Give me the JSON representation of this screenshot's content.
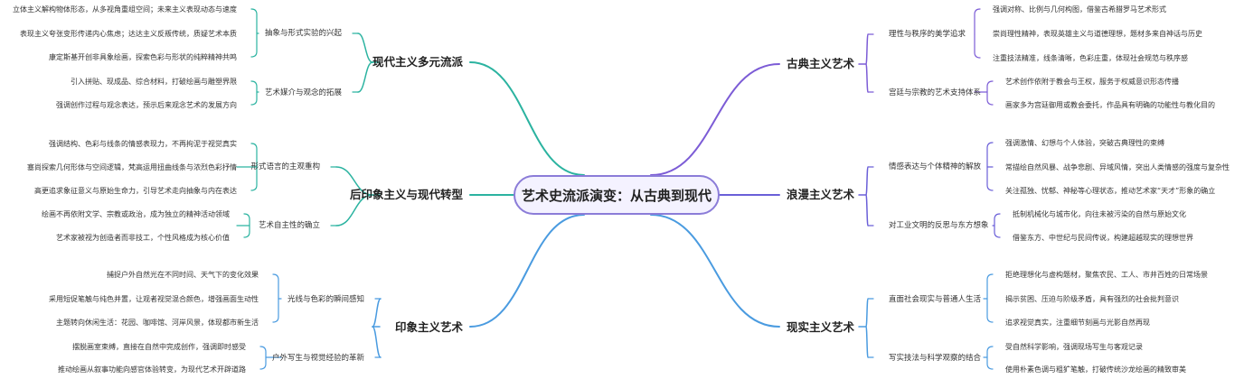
{
  "root": "艺术史流派演变：从古典到现代",
  "colors": {
    "root_border": "#8b7cd8",
    "branches": [
      "#7c5cd6",
      "#6a5fd8",
      "#4a9be0",
      "#2bb3a0",
      "#2bb3a0",
      "#4a9be0"
    ]
  },
  "branches": [
    {
      "label": "古典主义艺术",
      "subs": [
        {
          "label": "理性与秩序的美学追求",
          "leaves": [
            "强调对称、比例与几何构图，借鉴古希腊罗马艺术形式",
            "崇尚理性精神，表现英雄主义与道德理想，题材多来自神话与历史",
            "注重技法精准，线条清晰，色彩庄重，体现社会规范与秩序感"
          ]
        },
        {
          "label": "宫廷与宗教的艺术支持体系",
          "leaves": [
            "艺术创作依附于教会与王权，服务于权威意识形态传播",
            "画家多为宫廷御用或教会委托，作品具有明确的功能性与教化目的"
          ]
        }
      ]
    },
    {
      "label": "浪漫主义艺术",
      "subs": [
        {
          "label": "情感表达与个体精神的解放",
          "leaves": [
            "强调激情、幻想与个人体验，突破古典理性的束缚",
            "常描绘自然风暴、战争悲剧、异域风情，突出人类情感的强度与复杂性",
            "关注孤独、忧郁、神秘等心理状态，推动艺术家“天才”形象的确立"
          ]
        },
        {
          "label": "对工业文明的反思与东方想象",
          "leaves": [
            "抵制机械化与城市化，向往未被污染的自然与原始文化",
            "借鉴东方、中世纪与民间传说，构建超越现实的理想世界"
          ]
        }
      ]
    },
    {
      "label": "现实主义艺术",
      "subs": [
        {
          "label": "直面社会现实与普通人生活",
          "leaves": [
            "拒绝理想化与虚构题材，聚焦农民、工人、市井百姓的日常场景",
            "揭示贫困、压迫与阶级矛盾，具有强烈的社会批判意识",
            "追求视觉真实，注重细节刻画与光影自然再现"
          ]
        },
        {
          "label": "写实技法与科学观察的结合",
          "leaves": [
            "受自然科学影响，强调现场写生与客观记录",
            "使用朴素色调与粗犷笔触，打破传统沙龙绘画的精致审美"
          ]
        }
      ]
    },
    {
      "label": "现代主义多元流派",
      "subs": [
        {
          "label": "抽象与形式实验的兴起",
          "leaves": [
            "立体主义解构物体形态，从多视角重组空间；未来主义表现动态与速度",
            "表现主义夸张变形传递内心焦虑；达达主义反叛传统，质疑艺术本质",
            "康定斯基开创非具象绘画，探索色彩与形状的纯粹精神共鸣"
          ]
        },
        {
          "label": "艺术媒介与观念的拓展",
          "leaves": [
            "引入拼贴、现成品、综合材料，打破绘画与雕塑界限",
            "强调创作过程与观念表达，预示后来观念艺术的发展方向"
          ]
        }
      ]
    },
    {
      "label": "后印象主义与现代转型",
      "subs": [
        {
          "label": "形式语言的主观重构",
          "leaves": [
            "强调结构、色彩与线条的情感表现力，不再拘泥于视觉真实",
            "塞尚探索几何形体与空间逻辑，梵高运用扭曲线条与浓烈色彩抒情",
            "高更追求象征意义与原始生命力，引导艺术走向抽象与内在表达"
          ]
        },
        {
          "label": "艺术自主性的确立",
          "leaves": [
            "绘画不再依附文学、宗教或政治，成为独立的精神活动领域",
            "艺术家被视为创造者而非技工，个性风格成为核心价值"
          ]
        }
      ]
    },
    {
      "label": "印象主义艺术",
      "subs": [
        {
          "label": "光线与色彩的瞬间感知",
          "leaves": [
            "捕捉户外自然光在不同时间、天气下的变化效果",
            "采用短促笔触与纯色并置，让观者视觉混合颜色，增强画面生动性",
            "主题转向休闲生活：花园、咖啡馆、河岸风景，体现都市新生活"
          ]
        },
        {
          "label": "户外写生与视觉经验的革新",
          "leaves": [
            "摆脱画室束缚，直接在自然中完成创作，强调即时感受",
            "推动绘画从叙事功能向感官体验转变，为现代艺术开辟道路"
          ]
        }
      ]
    }
  ]
}
